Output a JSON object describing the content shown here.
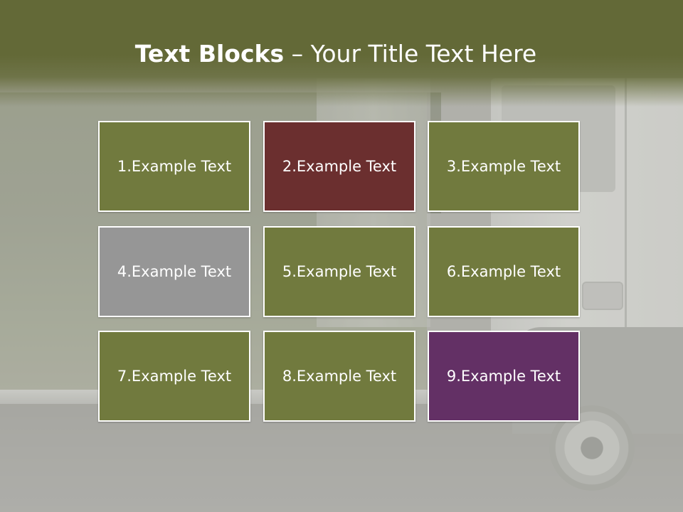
{
  "slide": {
    "title_bold": "Text Blocks",
    "title_rest": " – Your Title Text Here"
  },
  "blocks": [
    {
      "label": "1.Example Text",
      "color": "#717a3e"
    },
    {
      "label": "2.Example Text",
      "color": "#6b2f2f"
    },
    {
      "label": "3.Example Text",
      "color": "#717a3e"
    },
    {
      "label": "4.Example Text",
      "color": "#969696"
    },
    {
      "label": "5.Example Text",
      "color": "#717a3e"
    },
    {
      "label": "6.Example Text",
      "color": "#717a3e"
    },
    {
      "label": "7.Example Text",
      "color": "#717a3e"
    },
    {
      "label": "8.Example Text",
      "color": "#717a3e"
    },
    {
      "label": "9.Example Text",
      "color": "#633065"
    }
  ],
  "colors": {
    "title_band": "#636937",
    "block_border": "#ffffff",
    "text": "#ffffff"
  }
}
